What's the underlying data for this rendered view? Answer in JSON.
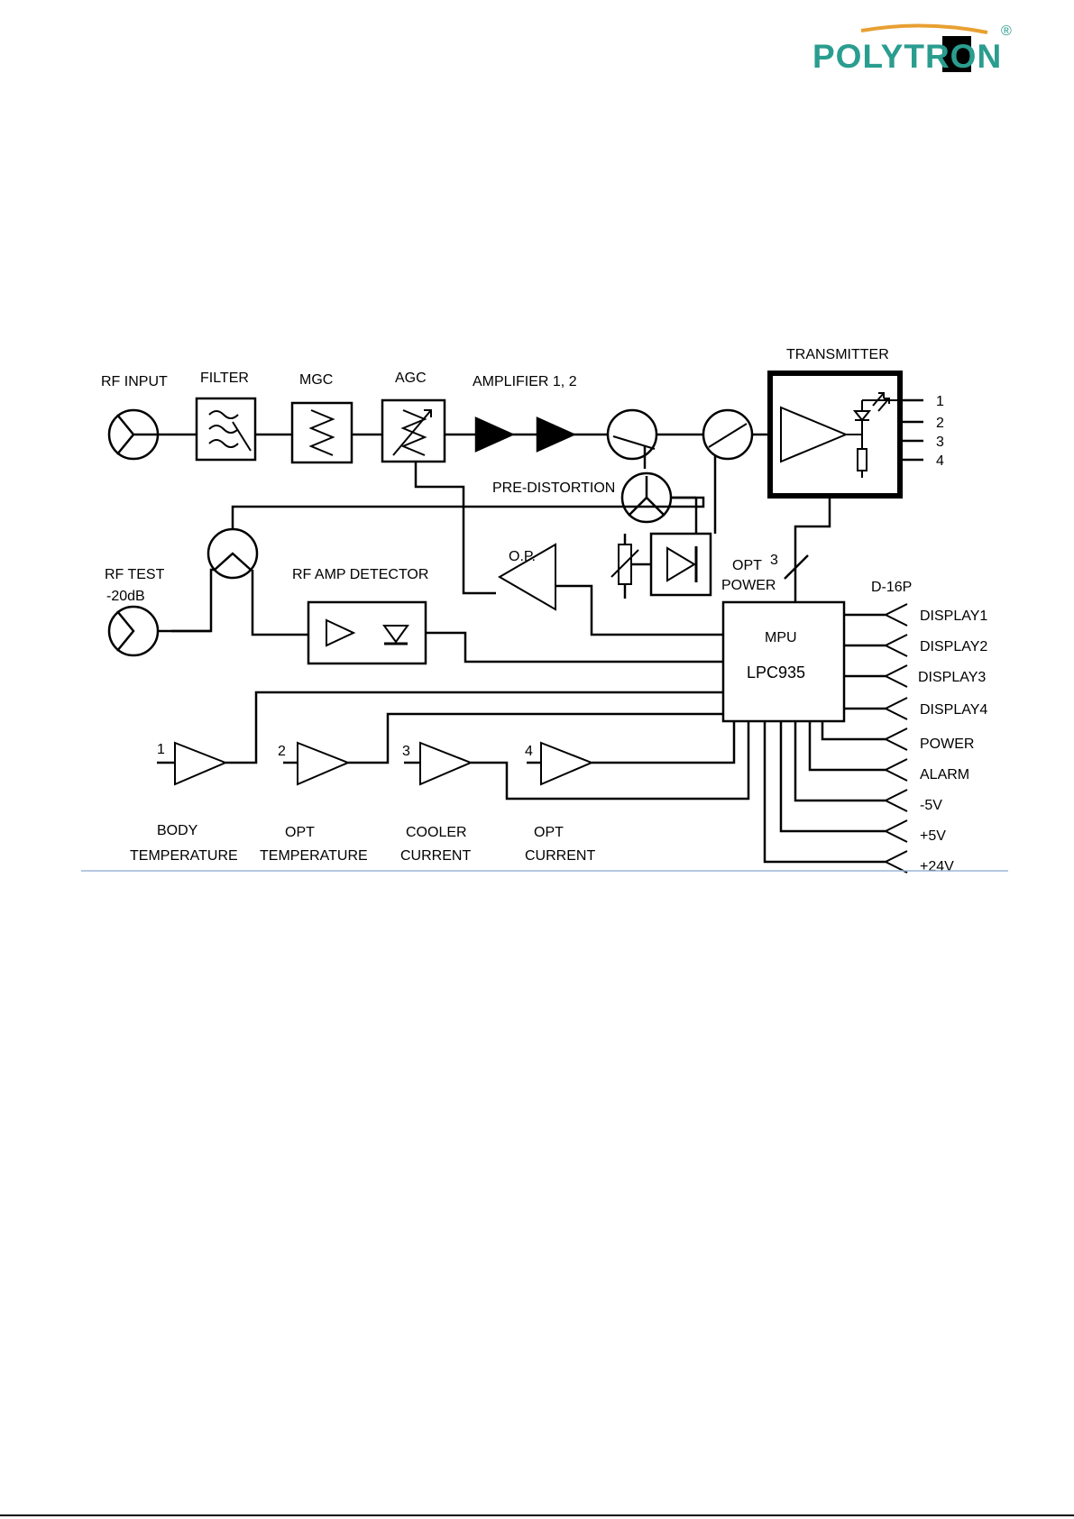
{
  "logo": {
    "name": "POLYTRON",
    "reg": "®",
    "color": "#2a9d8f",
    "accent": "#e8a033"
  },
  "labels": {
    "rf_input": "RF INPUT",
    "filter": "FILTER",
    "mgc": "MGC",
    "agc": "AGC",
    "amplifier": "AMPLIFIER 1, 2",
    "transmitter": "TRANSMITTER",
    "pre_distortion": "PRE-DISTORTION",
    "rf_test_1": "RF TEST",
    "rf_test_2": "-20dB",
    "rf_amp_detector": "RF AMP DETECTOR",
    "op": "O.P.",
    "opt_power_1": "OPT",
    "opt_power_2": "POWER",
    "bus_width": "3",
    "mpu": "MPU",
    "lpc": "LPC935",
    "connector": "D-16P",
    "sensor_1_num": "1",
    "sensor_2_num": "2",
    "sensor_3_num": "3",
    "sensor_4_num": "4",
    "body_1": "BODY",
    "body_2": "TEMPERATURE",
    "opt_temp_1": "OPT",
    "opt_temp_2": "TEMPERATURE",
    "cooler_1": "COOLER",
    "cooler_2": "CURRENT",
    "opt_curr_1": "OPT",
    "opt_curr_2": "CURRENT"
  },
  "tx_outputs": [
    "1",
    "2",
    "3",
    "4"
  ],
  "mpu_outputs": [
    "DISPLAY1",
    "DISPLAY2",
    "DISPLAY3",
    "DISPLAY4",
    "POWER",
    "ALARM",
    "-5V",
    "+5V",
    "+24V"
  ]
}
